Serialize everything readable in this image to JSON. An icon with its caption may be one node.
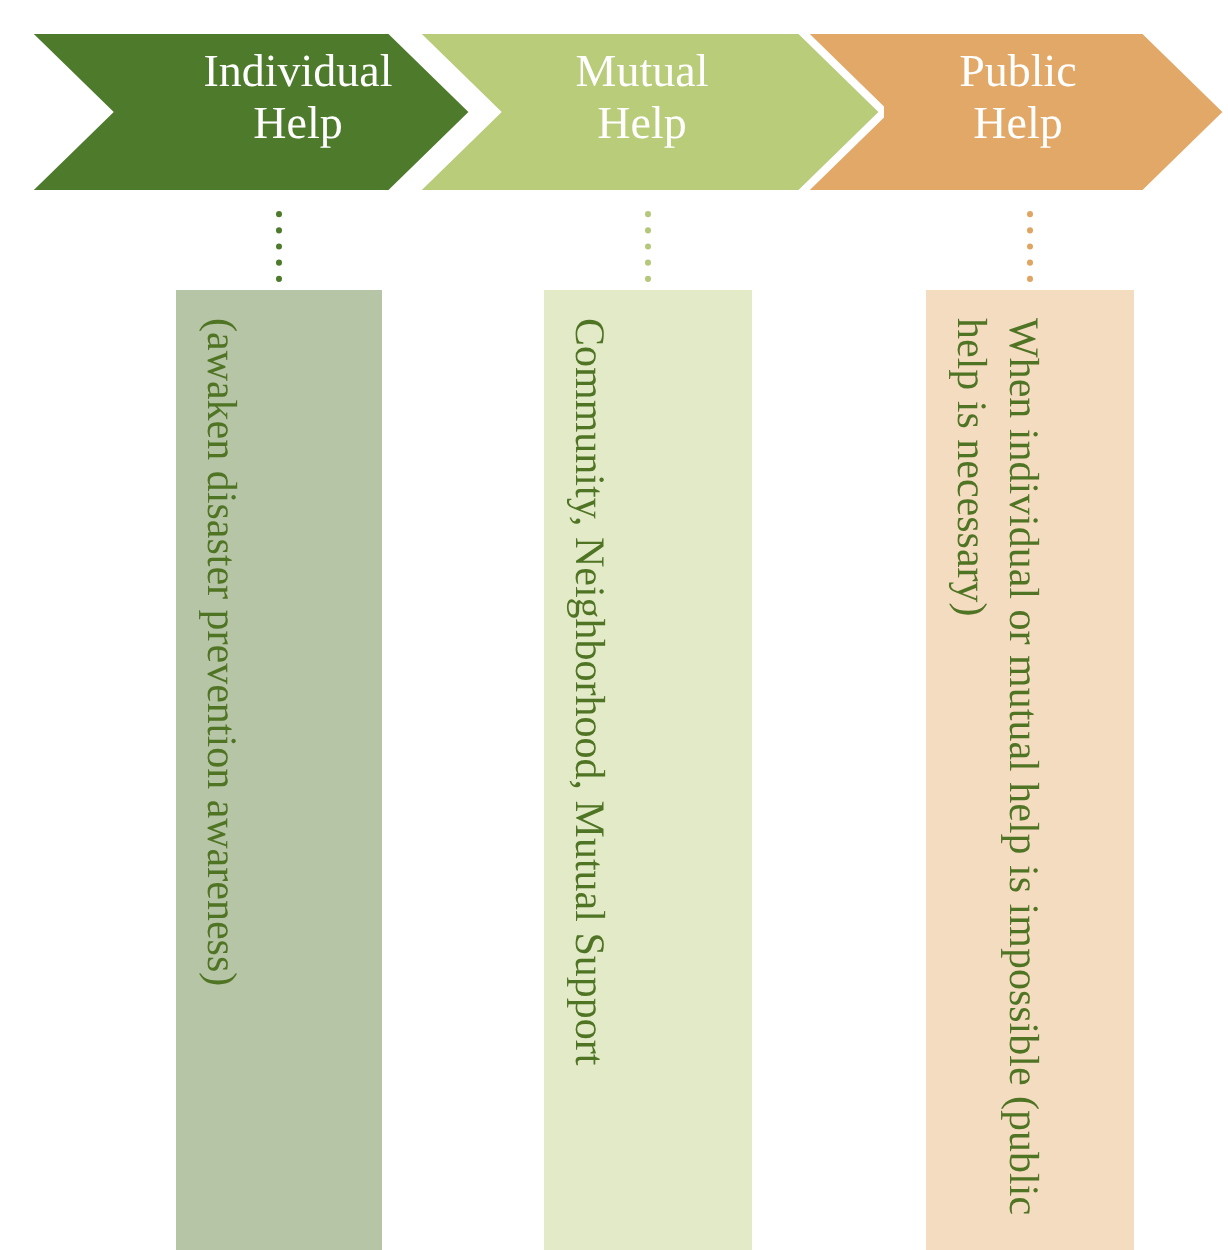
{
  "diagram": {
    "nodes": [
      {
        "text": [
          "Individual Help"
        ]
      },
      {
        "text": [
          "Mutual Help"
        ]
      },
      {
        "text": [
          "Public Help"
        ]
      },
      {
        "text": [
          "(awaken disaster prevention awareness)"
        ]
      },
      {
        "text": [
          "Community, Neighborhood, Mutual Support"
        ]
      },
      {
        "text": [
          "When individual or mutual help is impossible (public help is necessary)"
        ]
      }
    ],
    "edges": [
      {
        "from": 0,
        "to": 3,
        "arrow": "none",
        "style": "dashed",
        "color": "#4e7a2c"
      },
      {
        "from": 1,
        "to": 4,
        "arrow": "none",
        "style": "dashed",
        "color": "#b5c77a"
      },
      {
        "from": 2,
        "to": 5,
        "arrow": "none",
        "style": "dashed",
        "color": "#e0a562"
      }
    ]
  }
}
